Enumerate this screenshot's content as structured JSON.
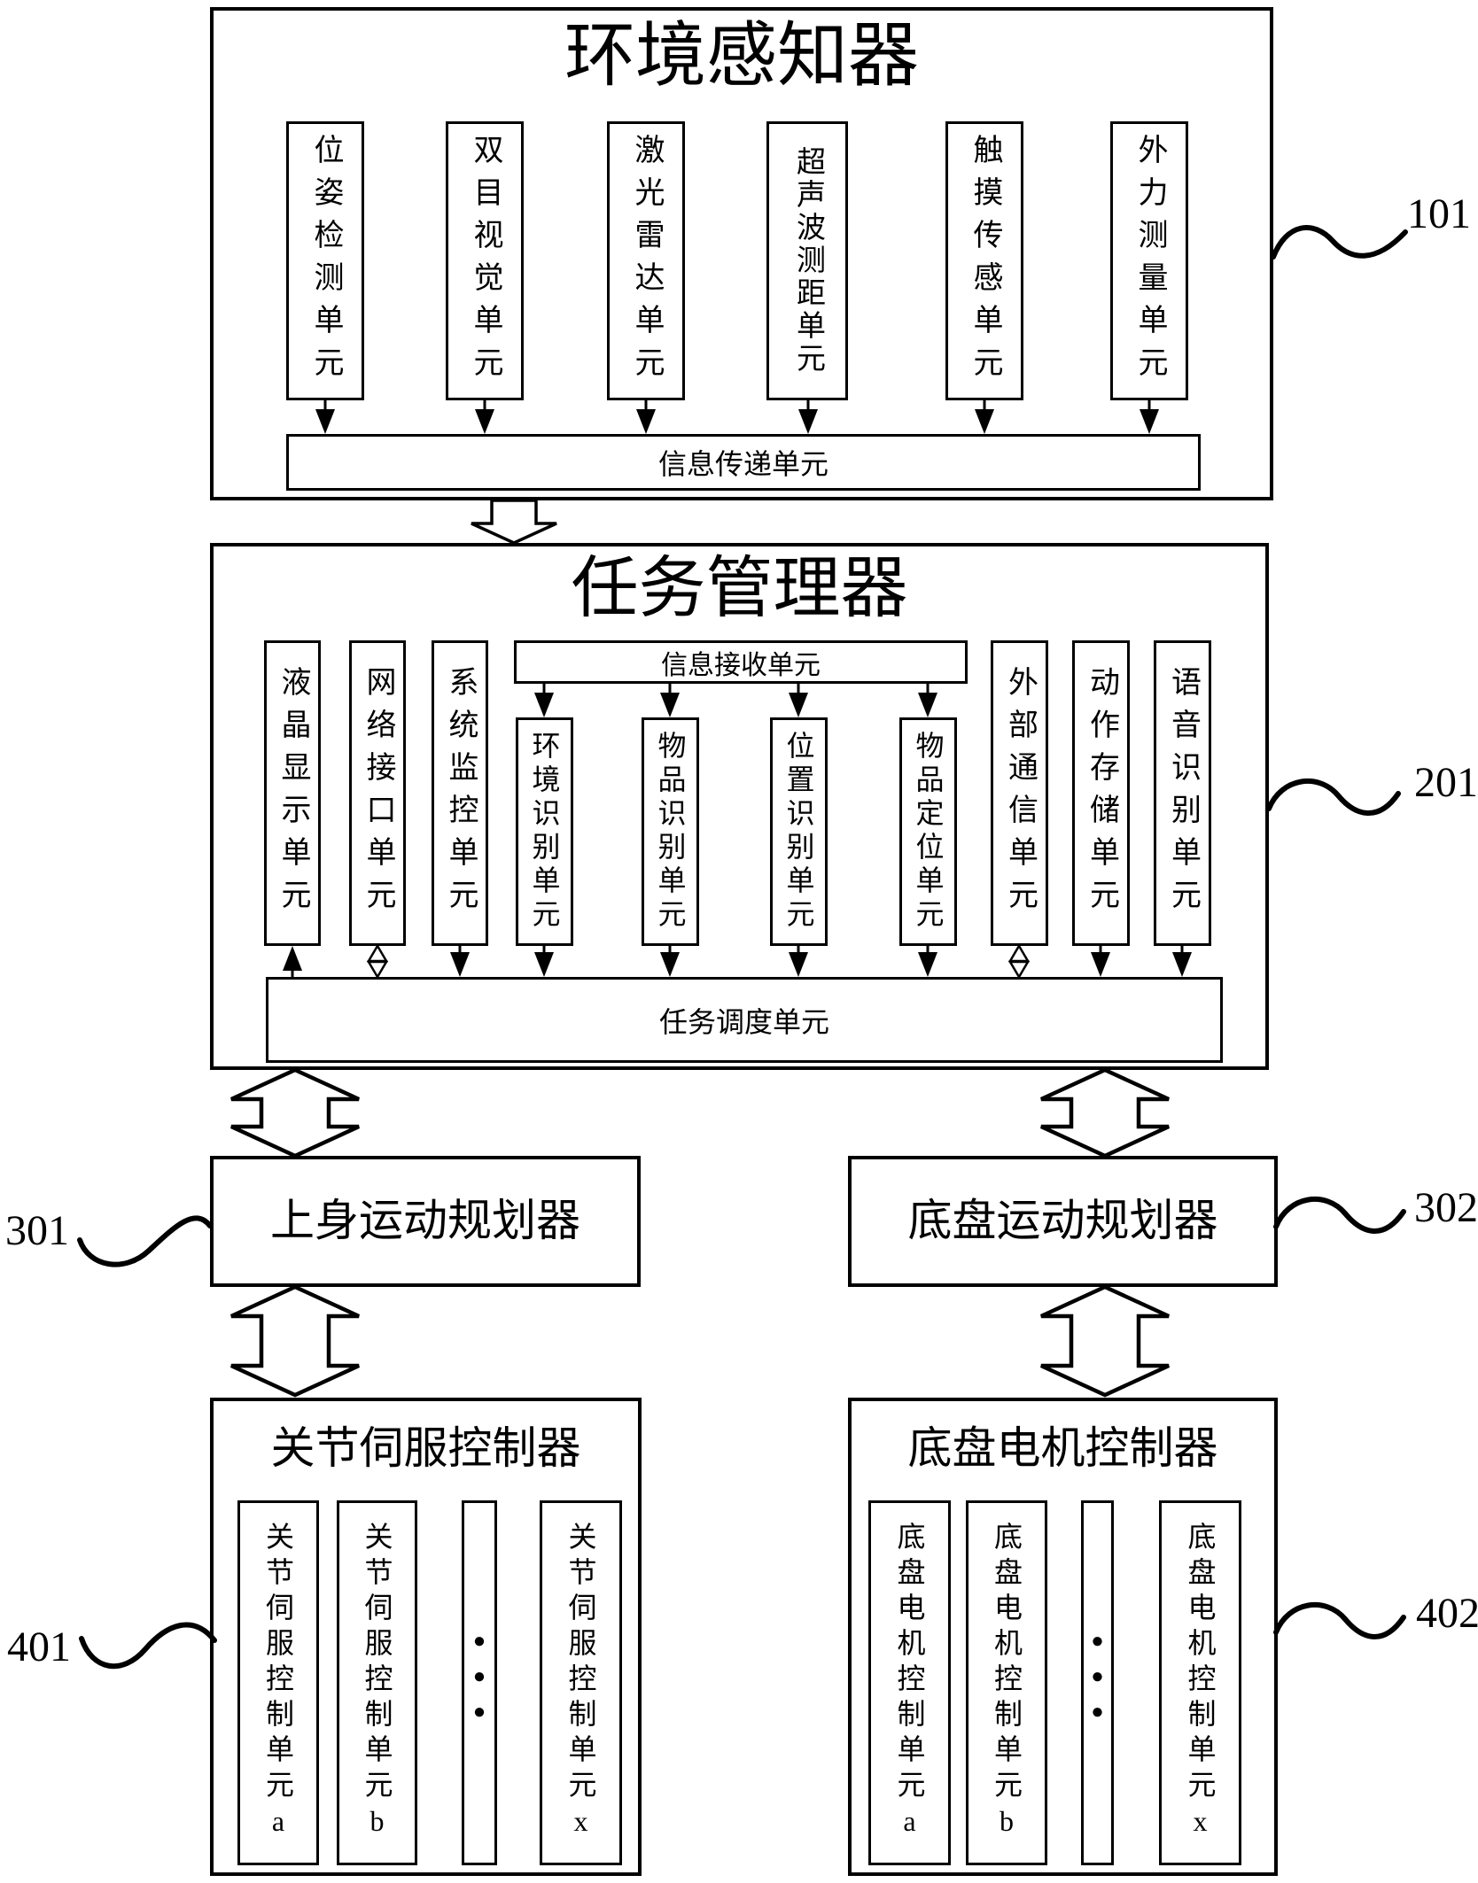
{
  "figure": {
    "background": "#ffffff",
    "line_color": "#000000"
  },
  "ref_labels": {
    "top_right": "101",
    "middle_right": "201",
    "planner_left": "301",
    "planner_right": "302",
    "controller_left": "401",
    "controller_right": "402"
  },
  "perceiver": {
    "title": "环境感知器",
    "sensors": [
      "位姿检测单元",
      "双目视觉单元",
      "激光雷达单元",
      "超声波测距单元",
      "触摸传感单元",
      "外力测量单元"
    ],
    "transfer_unit": "信息传递单元"
  },
  "task_manager": {
    "title": "任务管理器",
    "receive_unit": "信息接收单元",
    "schedule_unit": "任务调度单元",
    "left_units": [
      "液晶显示单元",
      "网络接口单元",
      "系统监控单元"
    ],
    "recognition_units": [
      "环境识别单元",
      "物品识别单元",
      "位置识别单元",
      "物品定位单元"
    ],
    "right_units": [
      "外部通信单元",
      "动作存储单元",
      "语音识别单元"
    ]
  },
  "planners": {
    "upper_body": "上身运动规划器",
    "chassis": "底盘运动规划器"
  },
  "controllers": {
    "joint": {
      "title": "关节伺服控制器",
      "units": [
        "关节伺服控制单元a",
        "关节伺服控制单元b",
        "关节伺服控制单元x"
      ],
      "ellipsis": "●●●"
    },
    "chassis": {
      "title": "底盘电机控制器",
      "units": [
        "底盘电机控制单元a",
        "底盘电机控制单元b",
        "底盘电机控制单元x"
      ],
      "ellipsis": "●●●"
    }
  }
}
